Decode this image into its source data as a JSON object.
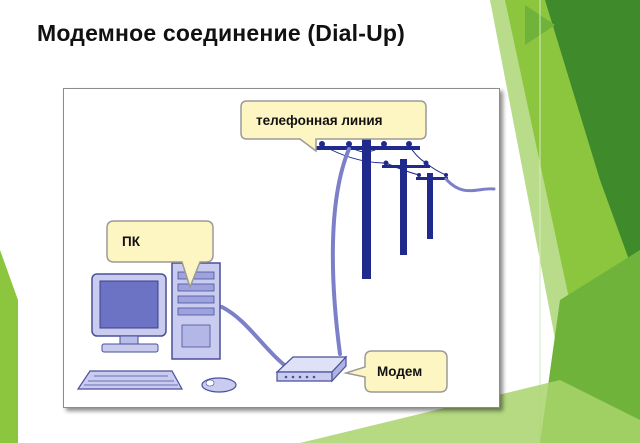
{
  "slide": {
    "title": "Модемное соединение (Dial-Up)"
  },
  "diagram": {
    "callouts": {
      "phone_line": "телефонная линия",
      "pc": "ПК",
      "modem": "Модем"
    }
  },
  "colors": {
    "accent_green": "#8cc63f",
    "dark_green": "#3f8a2a",
    "callout_fill": "#fdf6c3",
    "callout_border": "#9a9a9a",
    "cable": "#7b80c9",
    "pole": "#1f2a8c",
    "device": "#c9ccef"
  }
}
